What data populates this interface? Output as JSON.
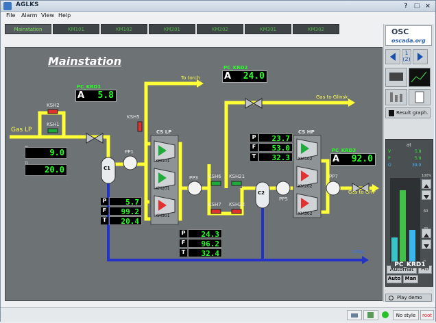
{
  "window": {
    "title": "AGLKS",
    "controls": [
      "?",
      "□",
      "×"
    ]
  },
  "menu": {
    "items": [
      "File",
      "Alarm",
      "View",
      "Help"
    ]
  },
  "tabs": [
    "Mainstation",
    "KM101",
    "KM102",
    "KM201",
    "KM202",
    "KM301",
    "KM302"
  ],
  "active_tab": "Mainstation",
  "screen": {
    "title": "Mainstation",
    "labels": {
      "to_torch": "To torch",
      "gas_to_glinsk": "Gas to Glinsk",
      "gas_lp": "Gas LP",
      "gas_to_ghp": "Gas to GHP",
      "drop": "Drop",
      "ksh2": "KSH2",
      "ksh1": "KSH1",
      "ksh5": "KSH5",
      "ksh6": "KSH6",
      "ksh21": "KSH21",
      "ksh7": "KSH7",
      "ksh22": "KSH22",
      "pp1": "PP1",
      "pp3": "PP3",
      "pp5": "PP5",
      "pp7": "PP7",
      "c1": "C1",
      "c2": "C2",
      "cs_lp": "CS LP",
      "cs_hp": "CS HP",
      "km101": "KM101",
      "km201": "KM201",
      "km301": "KM301",
      "km102": "KM102",
      "km202": "KM202",
      "km302": "KM302"
    },
    "controllers": [
      {
        "name": "PC_KRD1",
        "mode": "A",
        "value": "5.8"
      },
      {
        "name": "PC_KRD2",
        "mode": "A",
        "value": "24.0"
      },
      {
        "name": "PC_KRD3",
        "mode": "A",
        "value": "92.0"
      }
    ],
    "inlet": {
      "pi_label": "Pi",
      "ti_label": "Ti",
      "pi": "9.0",
      "ti": "20.0"
    },
    "c1_out": {
      "p": "5.7",
      "f": "99.2",
      "t": "20.4"
    },
    "mid": {
      "p": "24.3",
      "f": "96.2",
      "t": "32.4"
    },
    "hp_in": {
      "p": "23.7",
      "f": "53.0",
      "t": "32.3"
    },
    "pft": {
      "p": "P",
      "f": "F",
      "t": "T"
    }
  },
  "side": {
    "logo_line1": "OSC",
    "logo_line2": "oscada.org",
    "page_counter": "1",
    "page_counter_sub": "(2)",
    "result_graph": "Result graph.",
    "at_label": "at",
    "readout_values": [
      "5.8",
      "5.8",
      "39.0"
    ],
    "readout_letters": [
      "V",
      "P",
      "O"
    ],
    "scale": [
      "100%",
      "80",
      "60",
      "40",
      "20",
      "0"
    ],
    "mode_label": "Automat",
    "pid_label": "PID",
    "auto_btn": "Auto",
    "man_btn": "Man",
    "controller_name": "PC_KRD1",
    "play_demo": "Play demo"
  },
  "status": {
    "style": "No style",
    "user": "root"
  },
  "colors": {
    "pipe_yellow": "#ffff38",
    "pipe_blue": "#2433c7",
    "value_green": "#28ff28",
    "bg": "#6d7275"
  }
}
